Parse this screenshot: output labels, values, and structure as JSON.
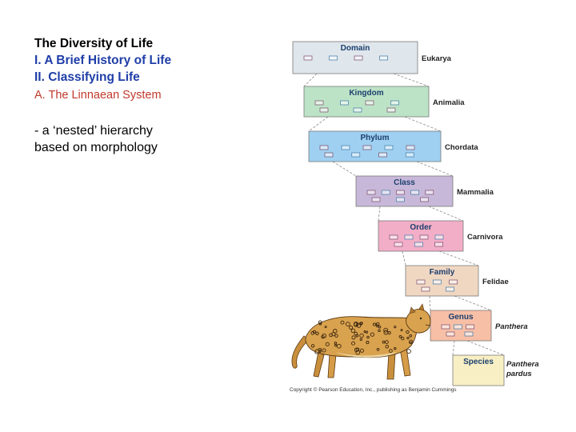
{
  "outline": {
    "title": "The Diversity of Life",
    "item1": "I. A Brief History of Life",
    "item2": "II. Classifying Life",
    "sub_a": "A.  The Linnaean System"
  },
  "body": {
    "line1": " - a ‘nested’ hierarchy",
    "line2": "based on morphology"
  },
  "hierarchy": [
    {
      "rank": "Domain",
      "taxon": "Eukarya",
      "color": "#dfe6ec",
      "title_color": "#1c3f6e"
    },
    {
      "rank": "Kingdom",
      "taxon": "Animalia",
      "color": "#bde3c6",
      "title_color": "#1c3f6e"
    },
    {
      "rank": "Phylum",
      "taxon": "Chordata",
      "color": "#9fd0f1",
      "title_color": "#1c3f6e"
    },
    {
      "rank": "Class",
      "taxon": "Mammalia",
      "color": "#c7b8d9",
      "title_color": "#1c3f6e"
    },
    {
      "rank": "Order",
      "taxon": "Carnivora",
      "color": "#f2aec6",
      "title_color": "#1c3f6e"
    },
    {
      "rank": "Family",
      "taxon": "Felidae",
      "color": "#f0d7c2",
      "title_color": "#1c3f6e"
    },
    {
      "rank": "Genus",
      "taxon": "Panthera",
      "color": "#f7bfa6",
      "title_color": "#1c3f6e"
    },
    {
      "rank": "Species",
      "taxon": "Panthera pardus",
      "color": "#f8efc4",
      "title_color": "#1c3f6e"
    }
  ],
  "italic_from_index": 6,
  "credit": "Copyright © Pearson Education, Inc., publishing as Benjamin Cummings"
}
